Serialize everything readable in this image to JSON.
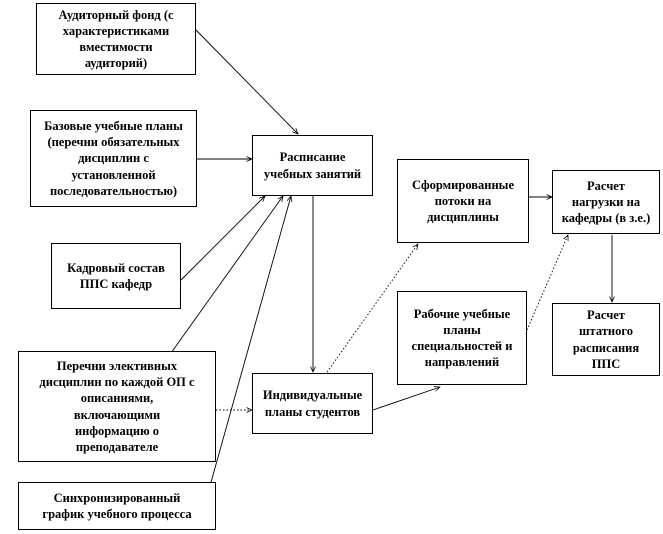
{
  "nodes": {
    "fund": "Аудиторный фонд (с\nхарактеристиками\nвместимости\nаудиторий)",
    "base_plans": "Базовые учебные планы\n(перечни обязательных\nдисциплин с\nустановленной\nпоследовательностью)",
    "staff": "Кадровый состав\nППС кафедр",
    "electives": "Перечни элективных\nдисциплин по каждой ОП с\nописаниями,\nвключающими\nинформацию о\nпреподавателе",
    "schedule_sync": "Синхронизированный\nграфик учебного процесса",
    "timetable": "Расписание\nучебных занятий",
    "individual_plans": "Индивидуальные\nпланы студентов",
    "streams": "Сформированные\nпотоки на\nдисциплины",
    "work_plans": "Рабочие учебные\nпланы\nспециальностей и\nнаправлений",
    "load_calc": "Расчет\nнагрузки на\nкафедры (в з.е.)",
    "staff_calc": "Расчет\nштатного\nрасписания\nППС"
  }
}
